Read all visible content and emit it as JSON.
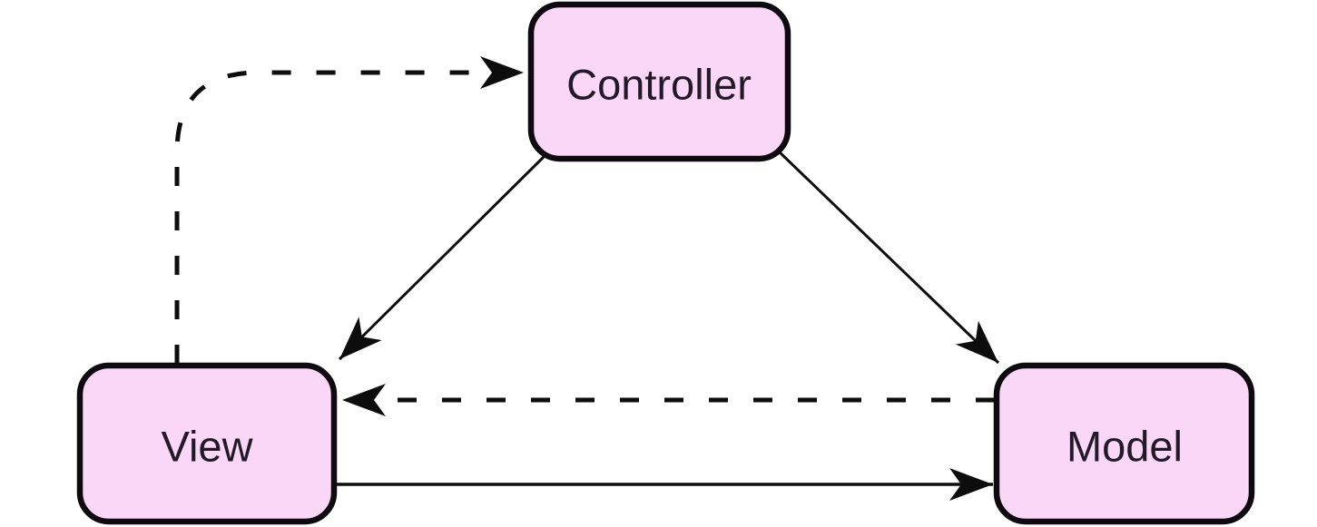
{
  "diagram": {
    "type": "node-edge-diagram",
    "subject": "Model-View-Controller pattern",
    "nodes": [
      {
        "id": "controller",
        "label": "Controller",
        "position": "top-center"
      },
      {
        "id": "view",
        "label": "View",
        "position": "bottom-left"
      },
      {
        "id": "model",
        "label": "Model",
        "position": "bottom-right"
      }
    ],
    "edges": [
      {
        "from": "view",
        "to": "controller",
        "style": "dashed",
        "shape": "up-then-right-curve"
      },
      {
        "from": "controller",
        "to": "view",
        "style": "solid",
        "shape": "diagonal"
      },
      {
        "from": "controller",
        "to": "model",
        "style": "solid",
        "shape": "diagonal"
      },
      {
        "from": "model",
        "to": "view",
        "style": "dashed",
        "shape": "horizontal"
      },
      {
        "from": "view",
        "to": "model",
        "style": "solid",
        "shape": "horizontal"
      }
    ],
    "colors": {
      "node_fill": "#fbd7f7",
      "node_border": "#0e0a10",
      "text": "#221a28",
      "edge": "#0d0d0d",
      "background": "#ffffff"
    }
  }
}
